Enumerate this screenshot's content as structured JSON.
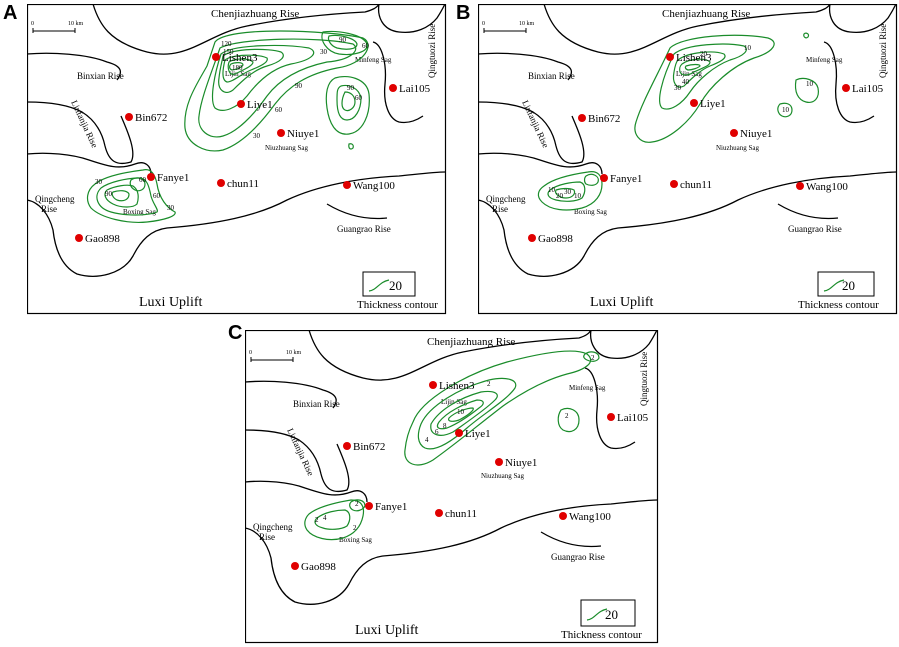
{
  "panels": [
    {
      "letter": "A",
      "scale_label": "0",
      "scale_km": "10 km",
      "contour_labels": [
        "30",
        "60",
        "90",
        "180",
        "150",
        "120",
        "90",
        "60",
        "30",
        "60",
        "90",
        "30",
        "60",
        "90",
        "30",
        "60"
      ],
      "legend_value": "20",
      "legend_label": "Thickness contour"
    },
    {
      "letter": "B",
      "scale_label": "0",
      "scale_km": "10 km",
      "contour_labels": [
        "10",
        "20",
        "30",
        "40",
        "10",
        "10",
        "10",
        "20",
        "30",
        "10"
      ],
      "legend_value": "20",
      "legend_label": "Thickness contour"
    },
    {
      "letter": "C",
      "scale_label": "0",
      "scale_km": "10 km",
      "contour_labels": [
        "2",
        "4",
        "6",
        "8",
        "10",
        "2",
        "2",
        "2",
        "2",
        "4",
        "2"
      ],
      "legend_value": "20",
      "legend_label": "Thickness contour"
    }
  ],
  "regions": {
    "chenjiazhuang": "Chenjiazhuang Rise",
    "qingtuozi": "Qingtuozi Rise",
    "binxian": "Binxian Rise",
    "linfanjia": "Linfanjia Rise",
    "qingcheng_1": "Qingcheng",
    "qingcheng_2": "Rise",
    "guangrao": "Guangrao Rise",
    "luxi": "Luxi Uplift",
    "minfeng": "Minfeng Sag",
    "lijin": "Lijin Sag",
    "niuzhuang": "Niuzhuang Sag",
    "boxing": "Boxing Sag"
  },
  "wells": {
    "lishen3": "Lishen3",
    "liye1": "Liye1",
    "lai105": "Lai105",
    "bin672": "Bin672",
    "niuye1": "Niuye1",
    "fanye1": "Fanye1",
    "chun11": "chun11",
    "wang100": "Wang100",
    "gao898": "Gao898"
  },
  "colors": {
    "contour": "#1a8c2a",
    "well": "#e00000",
    "boundary": "#000000"
  }
}
